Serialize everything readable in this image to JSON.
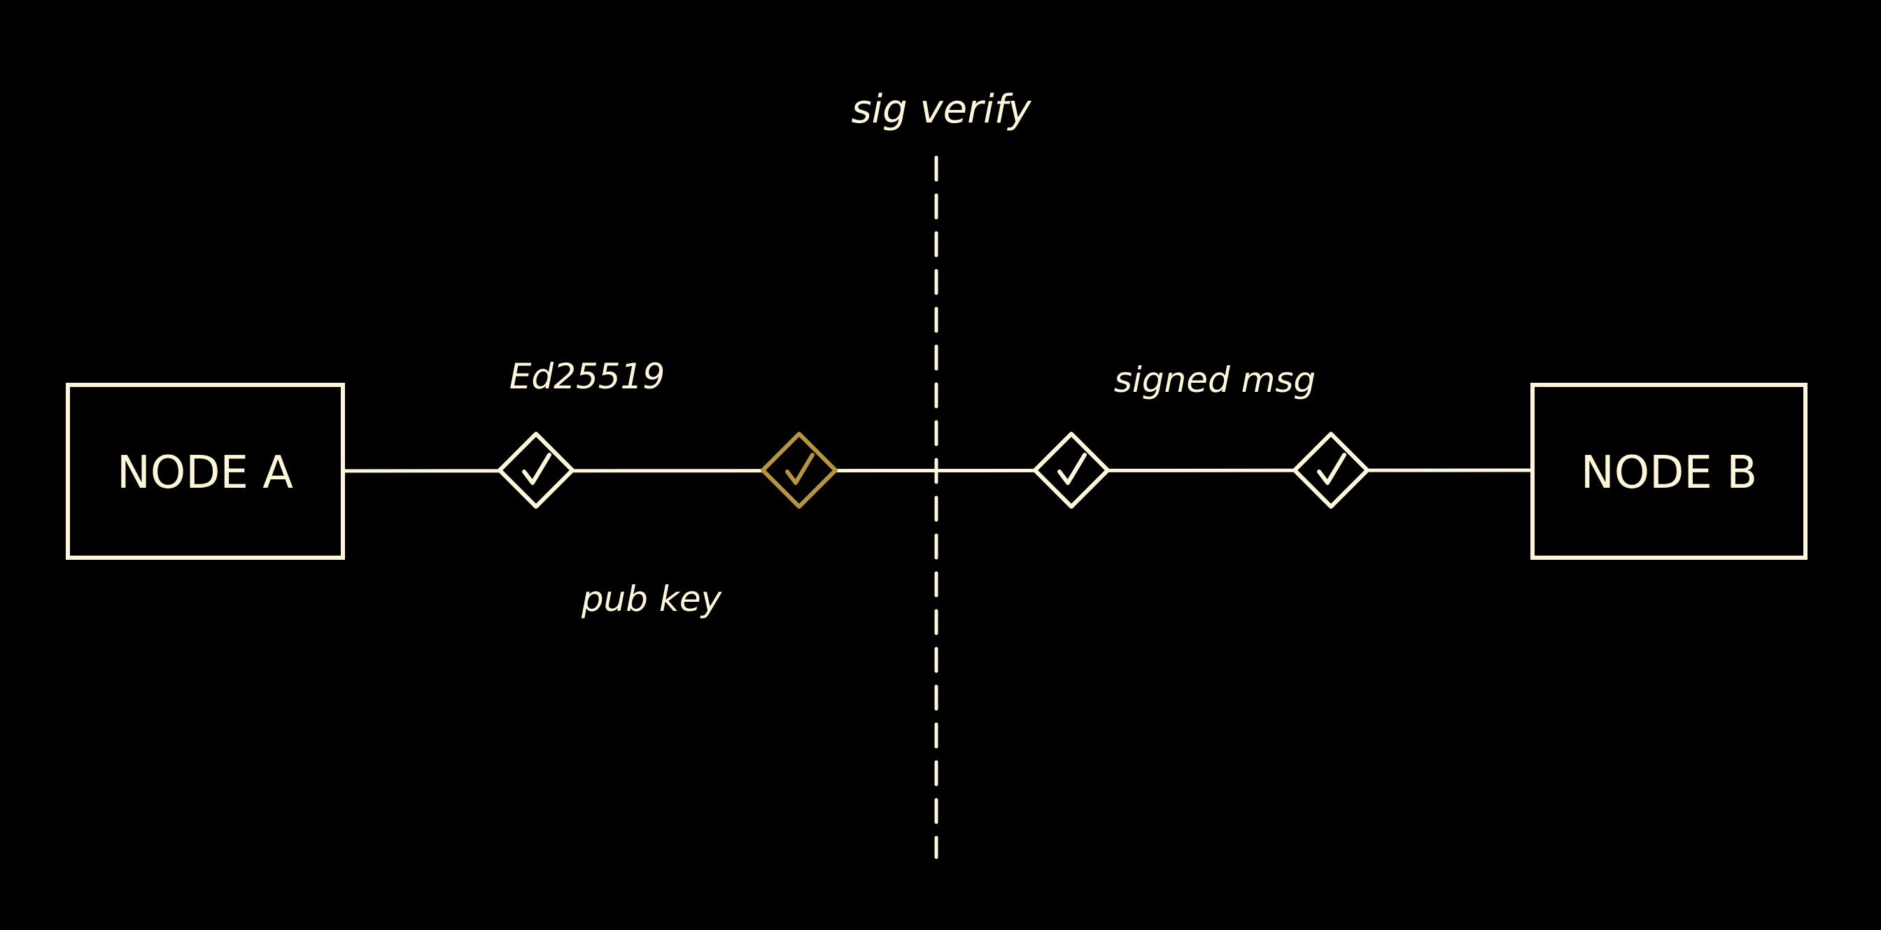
{
  "diagram": {
    "colors": {
      "background": "#000000",
      "ink": "#fdf6d8",
      "accent": "#b8943a"
    },
    "boundary_label": "sig verify",
    "nodes": [
      {
        "id": "a",
        "label": "NODE A"
      },
      {
        "id": "b",
        "label": "NODE B"
      }
    ],
    "edge_labels": {
      "algorithm": "Ed25519",
      "key": "pub key",
      "message": "signed msg"
    },
    "checkpoints": [
      {
        "icon": "check-icon",
        "highlighted": false
      },
      {
        "icon": "check-icon",
        "highlighted": true
      },
      {
        "icon": "check-icon",
        "highlighted": false
      },
      {
        "icon": "check-icon",
        "highlighted": false
      }
    ]
  }
}
